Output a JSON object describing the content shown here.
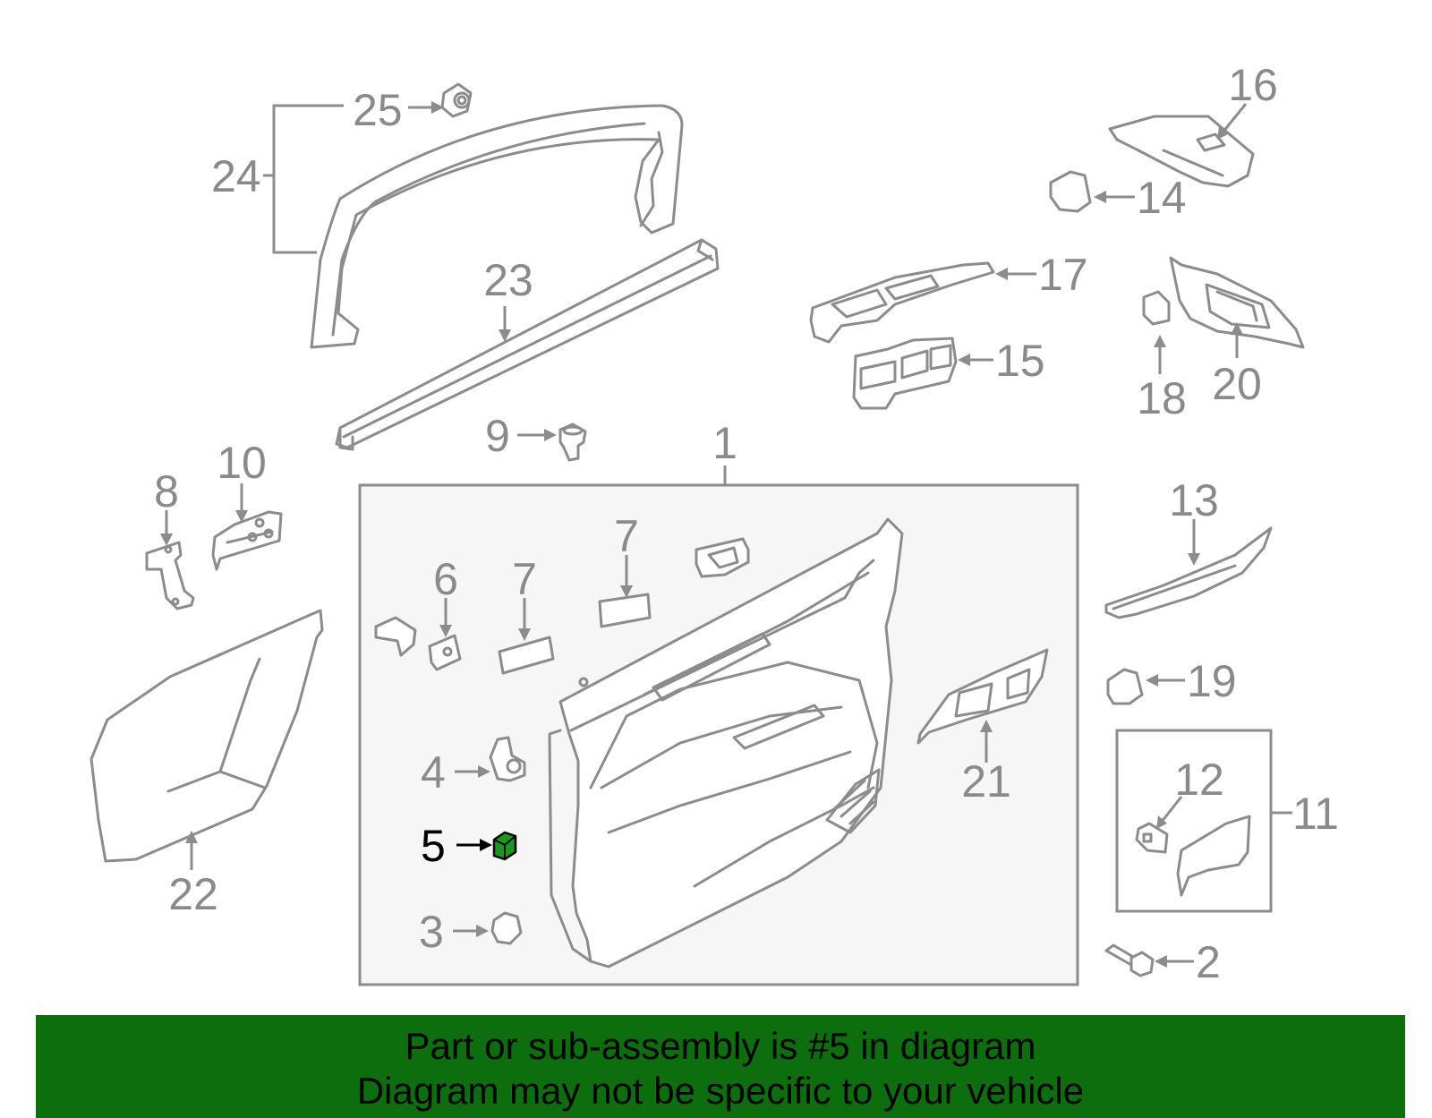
{
  "diagram": {
    "callouts": {
      "c1": "1",
      "c2": "2",
      "c3": "3",
      "c4": "4",
      "c5": "5",
      "c6": "6",
      "c7a": "7",
      "c7b": "7",
      "c8": "8",
      "c9": "9",
      "c10": "10",
      "c11": "11",
      "c12": "12",
      "c13": "13",
      "c14": "14",
      "c15": "15",
      "c16": "16",
      "c17": "17",
      "c18": "18",
      "c19": "19",
      "c20": "20",
      "c21": "21",
      "c22": "22",
      "c23": "23",
      "c24": "24",
      "c25": "25"
    },
    "highlighted_part": "5",
    "highlight_color": "#1a9a1a"
  },
  "banner": {
    "line1": "Part or sub-assembly is #5 in diagram",
    "line2": "Diagram may not be specific to your vehicle",
    "background": "#0d6e0d"
  }
}
